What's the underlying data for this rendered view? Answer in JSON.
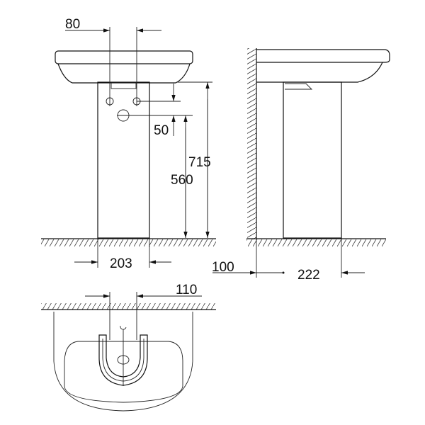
{
  "drawing": {
    "front_view": {
      "dim_hole_spacing": "80",
      "dim_hole_offset": "50",
      "dim_total_height": "715",
      "dim_waste_height": "560",
      "dim_pedestal_width": "203"
    },
    "side_view": {
      "dim_wall_gap": "100",
      "dim_pedestal_depth": "222"
    },
    "top_view": {
      "dim_fixing_spacing": "110"
    },
    "colors": {
      "line": "#111111",
      "background": "#ffffff"
    }
  }
}
